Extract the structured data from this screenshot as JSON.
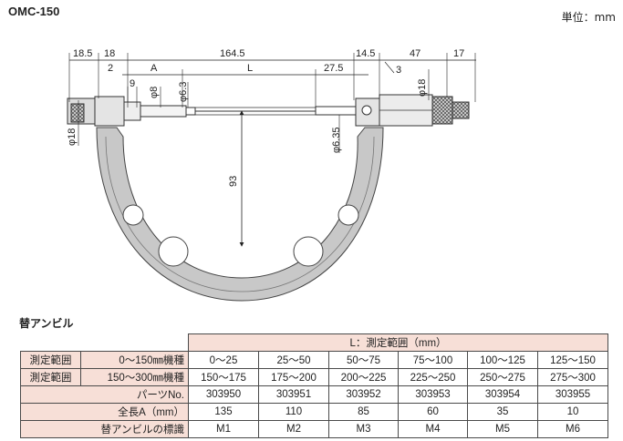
{
  "header": {
    "model": "OMC-150",
    "unit": "単位：mm"
  },
  "dims": {
    "d1": "18.5",
    "d2": "18",
    "d3": "164.5",
    "d4": "14.5",
    "d5": "47",
    "d6": "17",
    "d7": "2",
    "d8": "A",
    "d9": "L",
    "d10": "27.5",
    "d11": "3",
    "d12": "9",
    "d13": "φ8",
    "d14": "φ6.3",
    "d15": "φ18",
    "d16": "φ18",
    "d17": "φ6.35",
    "d18": "93"
  },
  "anvil": {
    "title": "替アンビル",
    "range_header": "L：測定範囲（mm）",
    "rows": [
      {
        "label": "測定範囲",
        "sub": "0～150㎜機種",
        "cells": [
          "0～25",
          "25～50",
          "50～75",
          "75～100",
          "100～125",
          "125～150"
        ]
      },
      {
        "label": "測定範囲",
        "sub": "150～300㎜機種",
        "cells": [
          "150～175",
          "175～200",
          "200～225",
          "225～250",
          "250～275",
          "275～300"
        ]
      },
      {
        "label": "パーツNo.",
        "cells": [
          "303950",
          "303951",
          "303952",
          "303953",
          "303954",
          "303955"
        ]
      },
      {
        "label": "全長A（mm）",
        "cells": [
          "135",
          "110",
          "85",
          "60",
          "35",
          "10"
        ]
      },
      {
        "label": "替アンビルの標識",
        "cells": [
          "M1",
          "M2",
          "M3",
          "M4",
          "M5",
          "M6"
        ]
      }
    ]
  },
  "colors": {
    "frame": "#c8c8c8",
    "table_pink": "#f7dfd7"
  }
}
